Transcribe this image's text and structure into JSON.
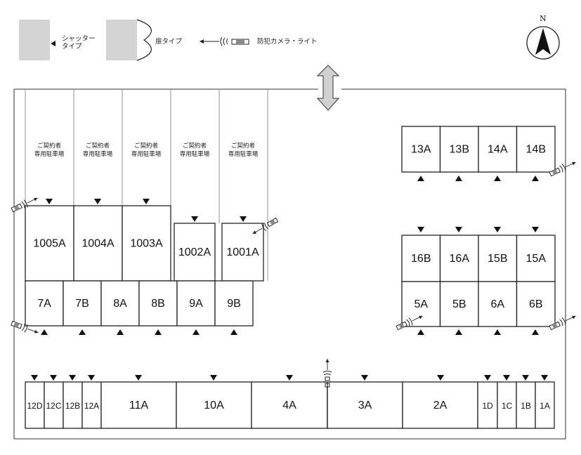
{
  "legend": {
    "shutter_label": "シャッタータイプ",
    "door_label": "扉タイプ",
    "camera_label": "防犯カメラ・ライト"
  },
  "compass": {
    "north_label": "N"
  },
  "parking": {
    "label": "ご契約者専用駐車場"
  },
  "units": {
    "row1": [
      "1005A",
      "1004A",
      "1003A",
      "1002A",
      "1001A"
    ],
    "row2": [
      "7A",
      "7B",
      "8A",
      "8B",
      "9A",
      "9B"
    ],
    "block_top_right": [
      "13A",
      "13B",
      "14A",
      "14B"
    ],
    "block_right_upper": [
      "16B",
      "16A",
      "15B",
      "15A"
    ],
    "block_right_lower": [
      "5A",
      "5B",
      "6A",
      "6B"
    ],
    "bottom_row": [
      "12D",
      "12C",
      "12B",
      "12A",
      "11A",
      "10A",
      "4A",
      "3A",
      "2A",
      "1D",
      "1C",
      "1B",
      "1A"
    ]
  },
  "colors": {
    "legend_fill": "#d4d4d4",
    "outline": "#222222",
    "arrow_fill": "#d0d0d0"
  },
  "icons": [
    "north-arrow-icon",
    "camera-icon",
    "door-marker-icon",
    "entrance-arrow-icon"
  ]
}
